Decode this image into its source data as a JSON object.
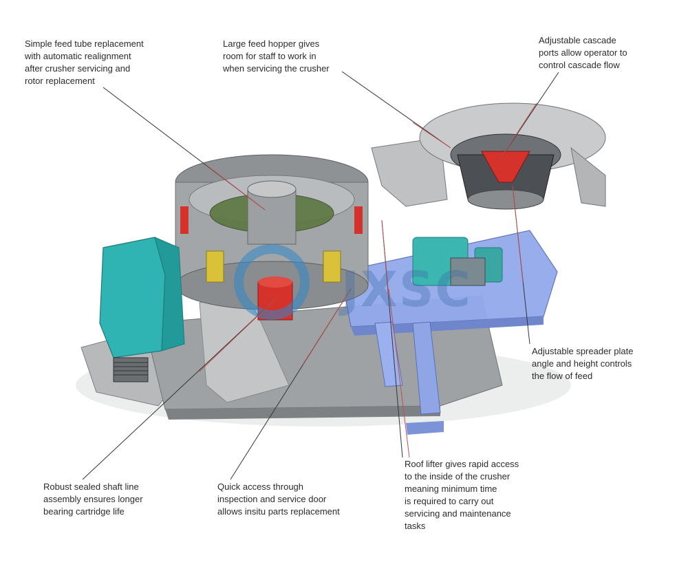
{
  "callouts": [
    {
      "id": "feed-tube",
      "lines": [
        "Simple feed tube replacement",
        "with automatic realignment",
        "after crusher servicing and",
        "rotor replacement"
      ]
    },
    {
      "id": "feed-hopper",
      "lines": [
        "Large feed hopper gives",
        "room for staff to work in",
        "when servicing the crusher"
      ]
    },
    {
      "id": "cascade-ports",
      "lines": [
        "Adjustable cascade",
        "ports allow operator to",
        "control cascade flow"
      ]
    },
    {
      "id": "spreader-plate",
      "lines": [
        "Adjustable spreader plate",
        "angle and height controls",
        "the flow of feed"
      ]
    },
    {
      "id": "roof-lifter",
      "lines": [
        "Roof lifter gives rapid access",
        "to the inside of the crusher",
        "meaning minimum time",
        "is required to carry out",
        "servicing and maintenance",
        "tasks"
      ]
    },
    {
      "id": "service-door",
      "lines": [
        "Quick access through",
        "inspection and service door",
        "allows insitu parts replacement"
      ]
    },
    {
      "id": "shaft-line",
      "lines": [
        "Robust sealed shaft line",
        "assembly ensures longer",
        "bearing cartridge life"
      ]
    }
  ],
  "watermark": {
    "text": "JXSC"
  },
  "colors": {
    "machine_gray": "#a9abae",
    "machine_dark": "#6f7275",
    "motor_teal": "#2fb3b3",
    "frame_blue": "#8da3e8",
    "rotor_red": "#d6322c",
    "leader_line": "#c0504d",
    "leader_dark": "#333333"
  }
}
